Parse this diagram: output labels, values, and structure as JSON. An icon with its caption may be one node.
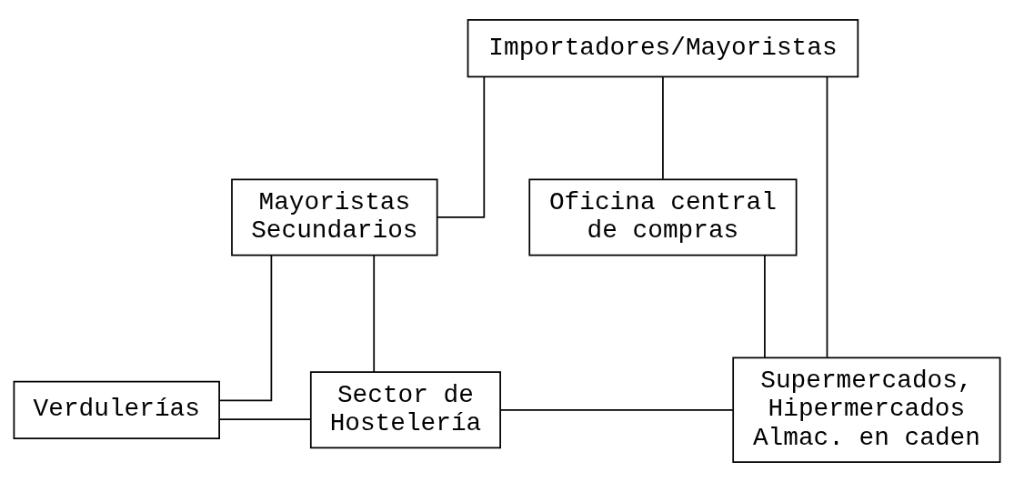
{
  "diagram": {
    "nodes": [
      {
        "text": [
          "Importadores/Mayoristas"
        ]
      },
      {
        "text": [
          "Mayoristas Secundarios"
        ]
      },
      {
        "text": [
          "Oficina central de compras"
        ]
      },
      {
        "text": [
          "Verdulerías"
        ]
      },
      {
        "text": [
          "Sector de Hostelería"
        ]
      },
      {
        "text": [
          "Supermercados, Hipermercados Almac. en caden"
        ]
      }
    ],
    "edges": [
      {
        "from": 0,
        "to": 1,
        "arrow": "none"
      },
      {
        "from": 0,
        "to": 2,
        "arrow": "none"
      },
      {
        "from": 0,
        "to": 5,
        "arrow": "none"
      },
      {
        "from": 1,
        "to": 3,
        "arrow": "none"
      },
      {
        "from": 1,
        "to": 4,
        "arrow": "none"
      },
      {
        "from": 2,
        "to": 5,
        "arrow": "none"
      },
      {
        "from": 3,
        "to": 4,
        "arrow": "none"
      },
      {
        "from": 4,
        "to": 5,
        "arrow": "none"
      }
    ]
  }
}
